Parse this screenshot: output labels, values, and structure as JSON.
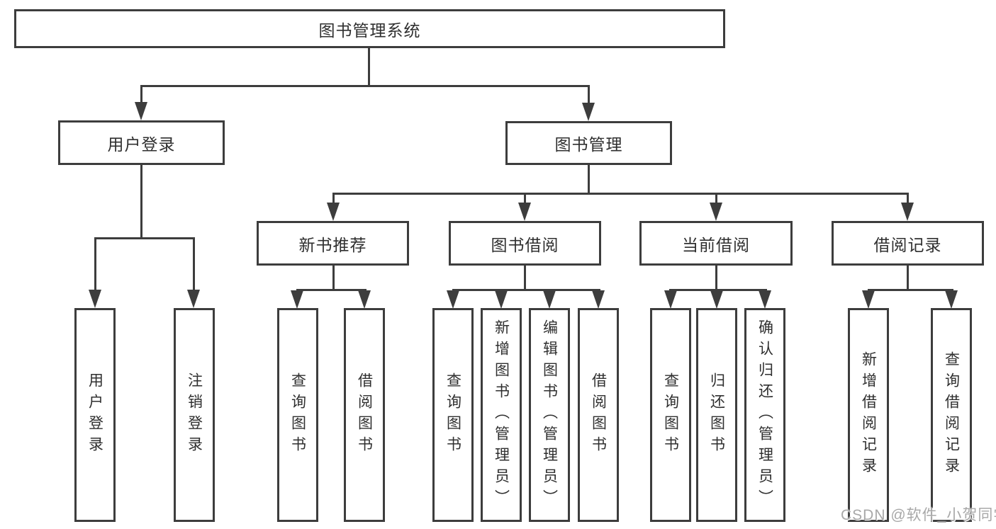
{
  "colors": {
    "background": "#ffffff",
    "line": "#3d3d3d",
    "text": "#2f2f2f",
    "watermark": "#a8a8a8"
  },
  "nodes": {
    "root": "图书管理系统",
    "user_login": "用户登录",
    "book_mgmt": "图书管理",
    "new_books": "新书推荐",
    "book_borrow": "图书借阅",
    "current_borrow": "当前借阅",
    "borrow_records": "借阅记录",
    "leaves": {
      "user_login": [
        "用户登录",
        "注销登录"
      ],
      "new_books": [
        "查询图书",
        "借阅图书"
      ],
      "book_borrow": [
        "查询图书",
        "新增图书（管理员）",
        "编辑图书（管理员）",
        "借阅图书"
      ],
      "current_borrow": [
        "查询图书",
        "归还图书",
        "确认归还（管理员）"
      ],
      "borrow_records": [
        "新增借阅记录",
        "查询借阅记录"
      ]
    }
  },
  "watermark": "CSDN @软件_小贺同学"
}
